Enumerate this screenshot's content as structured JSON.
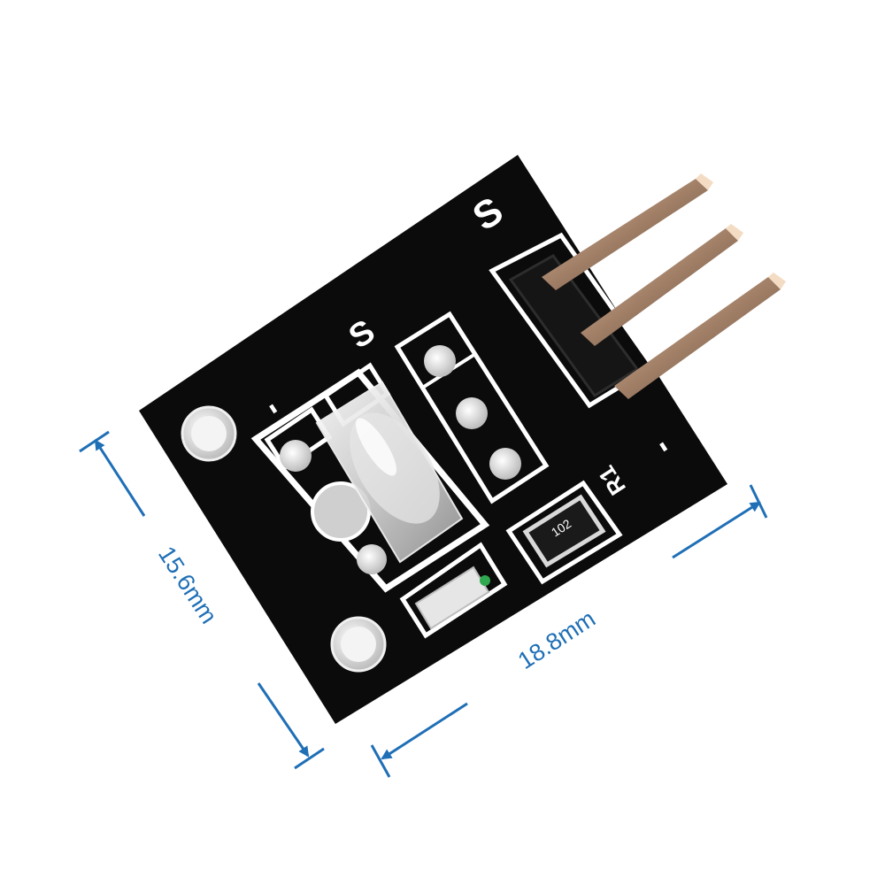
{
  "product": {
    "silkscreen": {
      "header_signal": "S",
      "sensor_signal": "S",
      "sensor_minus": "-",
      "header_minus": "-",
      "resistor_ref": "R1"
    },
    "resistor_code": "102"
  },
  "dimensions": {
    "height": "15.6mm",
    "width": "18.8mm"
  },
  "colors": {
    "dimension_lines": "#1f6fb6",
    "pcb": "#0b0b0b",
    "silkscreen": "#ffffff"
  }
}
